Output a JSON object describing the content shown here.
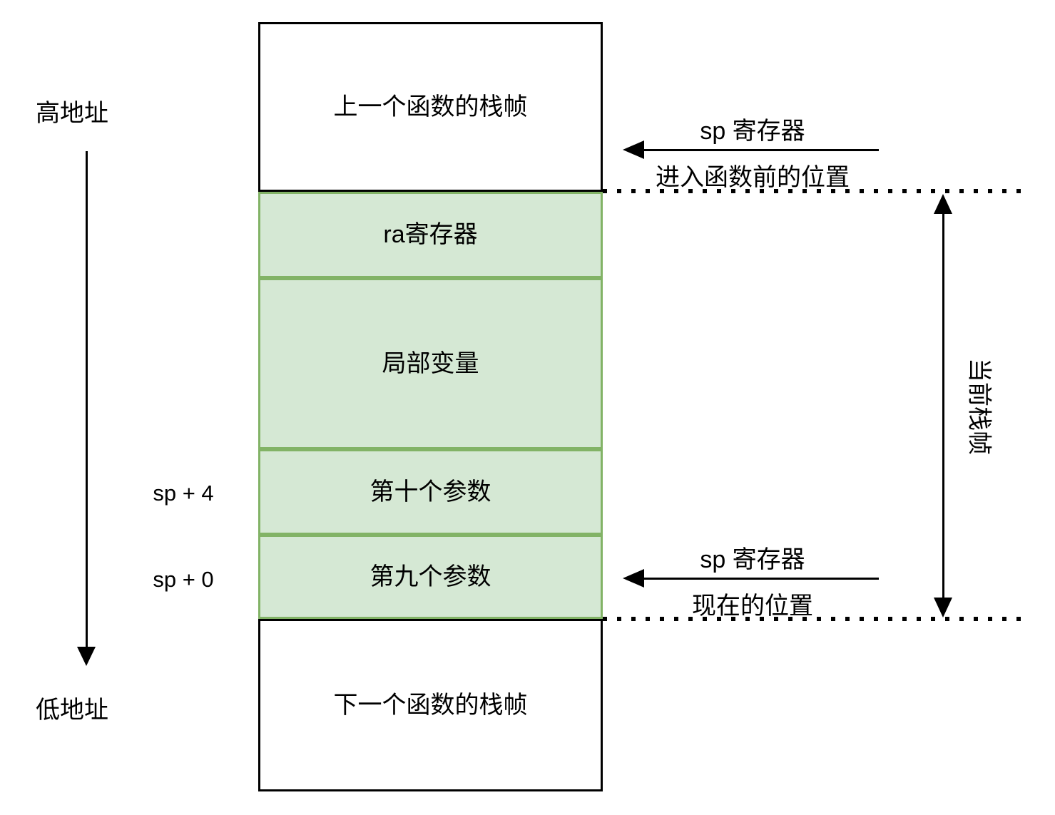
{
  "diagram": {
    "left": {
      "high_address": "高地址",
      "low_address": "低地址",
      "sp_plus_4": "sp + 4",
      "sp_plus_0": "sp + 0"
    },
    "stack": {
      "prev_frame": "上一个函数的栈帧",
      "ra_register": "ra寄存器",
      "local_vars": "局部变量",
      "tenth_arg": "第十个参数",
      "ninth_arg": "第九个参数",
      "next_frame": "下一个函数的栈帧"
    },
    "right": {
      "sp_before_title": "sp 寄存器",
      "sp_before_subtitle": "进入函数前的位置",
      "sp_now_title": "sp 寄存器",
      "sp_now_subtitle": "现在的位置",
      "current_frame": "当前栈帧"
    },
    "colors": {
      "frame_fill": "#d5e8d4",
      "frame_border": "#82b366",
      "line_color": "#000000"
    }
  }
}
